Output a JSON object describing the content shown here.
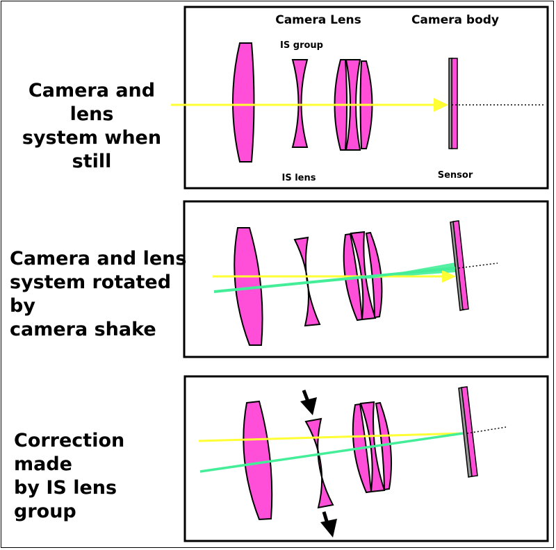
{
  "panels": [
    {
      "caption": "Camera and lens\nsystem when still",
      "labels": {
        "camera_lens": "Camera Lens",
        "camera_body": "Camera body",
        "is_group": "IS group",
        "is_lens": "IS lens",
        "sensor": "Sensor"
      }
    },
    {
      "caption": "Camera and lens\nsystem rotated  by\ncamera shake"
    },
    {
      "caption": "Correction made\nby IS lens group"
    }
  ],
  "colors": {
    "lens_fill": "#ff4fd8",
    "lens_stroke": "#000000",
    "yellow_ray": "#ffff33",
    "green_ray": "#44ee99",
    "arrow": "#000000"
  }
}
